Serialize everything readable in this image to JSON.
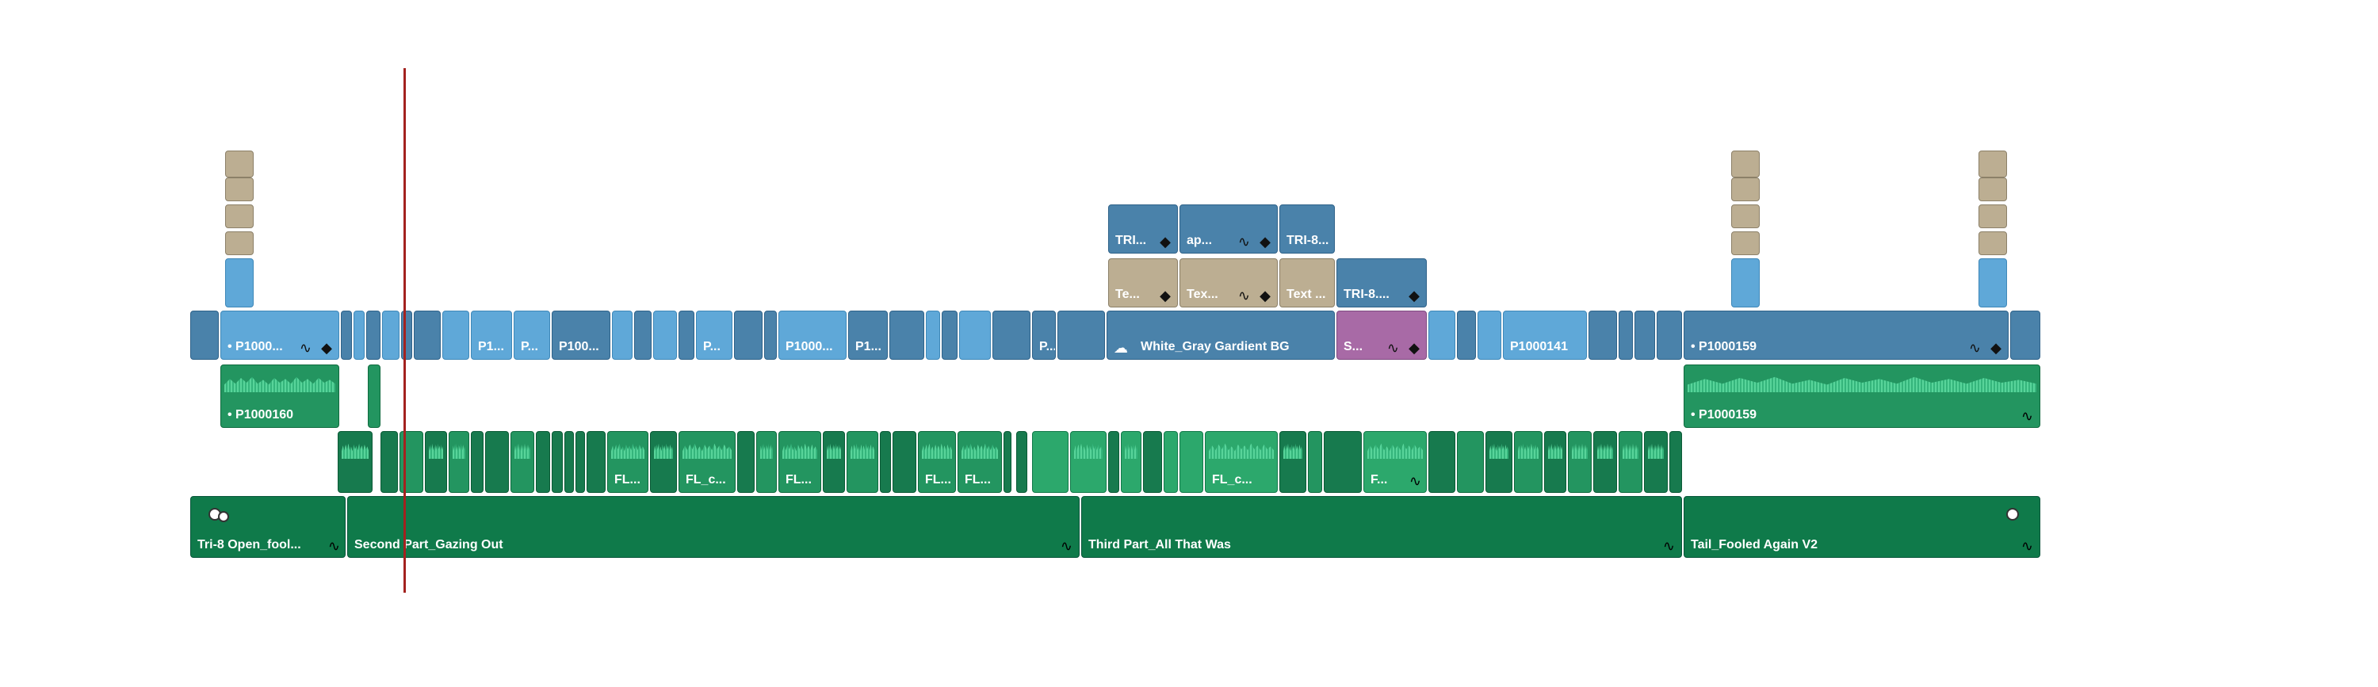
{
  "clips": {
    "v3_a": "TRI...",
    "v3_b": "ap...",
    "v3_c": "TRI-8...",
    "v2_a": "Te...",
    "v2_b": "Tex...",
    "v2_c": "Text ...",
    "v2_d": "TRI-8....",
    "v1_a": "• P1000...",
    "v1_b": "P1...",
    "v1_c": "P...",
    "v1_d": "P100...",
    "v1_e": "P...",
    "v1_f": "P1000...",
    "v1_g": "P1...",
    "v1_h": "P...",
    "v1_i": "White_Gray Gardient BG",
    "v1_j": "S...",
    "v1_k": "P1000141",
    "v1_l": "• P1000159",
    "a1_a": "• P1000160",
    "a1_b": "• P1000159",
    "a2_a": "FL...",
    "a2_b": "FL_c...",
    "a2_c": "FL...",
    "a2_d": "FL...",
    "a2_e": "FL...",
    "a2_f": "FL_c...",
    "a2_g": "F...",
    "a3_a": "Tri-8 Open_fool...",
    "a3_b": "Second Part_Gazing Out",
    "a3_c": "Third Part_All That Was",
    "a3_d": "Tail_Fooled Again V2"
  },
  "icons": {
    "curve": "∿",
    "keyframe": "◆",
    "generator": "☁"
  },
  "colors": {
    "video_clip": "#4a82aa",
    "video_clip_selected": "#5fa8d8",
    "title_clip": "#bcae92",
    "effect_clip": "#a86aa6",
    "audio_clip": "#0f7a4a",
    "playhead": "#a3221f"
  }
}
